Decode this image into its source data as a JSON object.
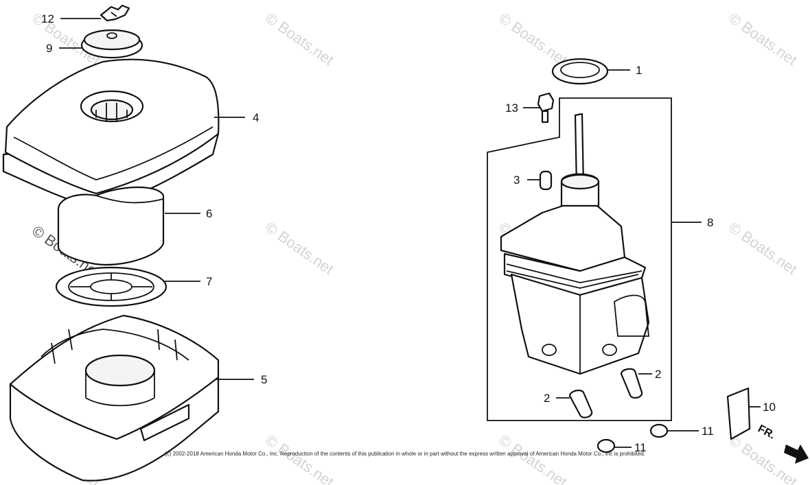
{
  "diagram": {
    "callouts": [
      {
        "id": "1",
        "text": "1"
      },
      {
        "id": "2a",
        "text": "2"
      },
      {
        "id": "2b",
        "text": "2"
      },
      {
        "id": "3",
        "text": "3"
      },
      {
        "id": "4",
        "text": "4"
      },
      {
        "id": "5",
        "text": "5"
      },
      {
        "id": "6",
        "text": "6"
      },
      {
        "id": "7",
        "text": "7"
      },
      {
        "id": "8",
        "text": "8"
      },
      {
        "id": "9",
        "text": "9"
      },
      {
        "id": "10",
        "text": "10"
      },
      {
        "id": "11a",
        "text": "11"
      },
      {
        "id": "11b",
        "text": "11"
      },
      {
        "id": "12",
        "text": "12"
      },
      {
        "id": "13",
        "text": "13"
      }
    ],
    "direction_label": "FR.",
    "watermark": "© Boats.net",
    "copyright": "(c) 2002-2018 American Honda Motor Co., Inc. Reproduction of the contents of this publication in whole or in part without the express written approval of American Honda Motor Co., Inc is prohibited."
  }
}
